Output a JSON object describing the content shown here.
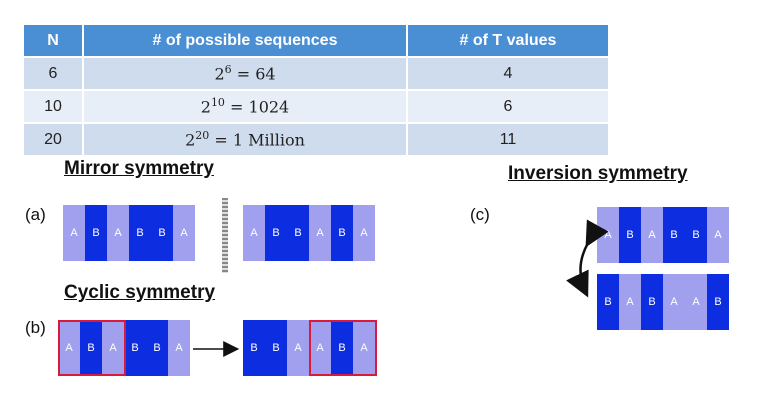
{
  "table": {
    "headers": [
      "N",
      "# of possible sequences",
      "# of T values"
    ],
    "rows": [
      {
        "n": "6",
        "base": "2",
        "exp": "6",
        "rhs": " = 64",
        "t": "4"
      },
      {
        "n": "10",
        "base": "2",
        "exp": "10",
        "rhs": " = 1024",
        "t": "6"
      },
      {
        "n": "20",
        "base": "2",
        "exp": "20",
        "rhs": " = 1 Million",
        "t": "11"
      }
    ]
  },
  "headings": {
    "mirror": "Mirror symmetry",
    "cyclic": "Cyclic symmetry",
    "inversion": "Inversion symmetry"
  },
  "panels": {
    "a": "(a)",
    "b": "(b)",
    "c": "(c)"
  },
  "sequences": {
    "a_left": [
      "A",
      "B",
      "A",
      "B",
      "B",
      "A"
    ],
    "a_right": [
      "A",
      "B",
      "B",
      "A",
      "B",
      "A"
    ],
    "b_left": [
      "A",
      "B",
      "A",
      "B",
      "B",
      "A"
    ],
    "b_right": [
      "B",
      "B",
      "A",
      "A",
      "B",
      "A"
    ],
    "c_top": [
      "A",
      "B",
      "A",
      "B",
      "B",
      "A"
    ],
    "c_bottom": [
      "B",
      "A",
      "B",
      "A",
      "A",
      "B"
    ]
  },
  "colors": {
    "A": "#a0a0ee",
    "B": "#0d2de0",
    "header": "#4a8fd3",
    "highlight": "#d81b3a"
  }
}
